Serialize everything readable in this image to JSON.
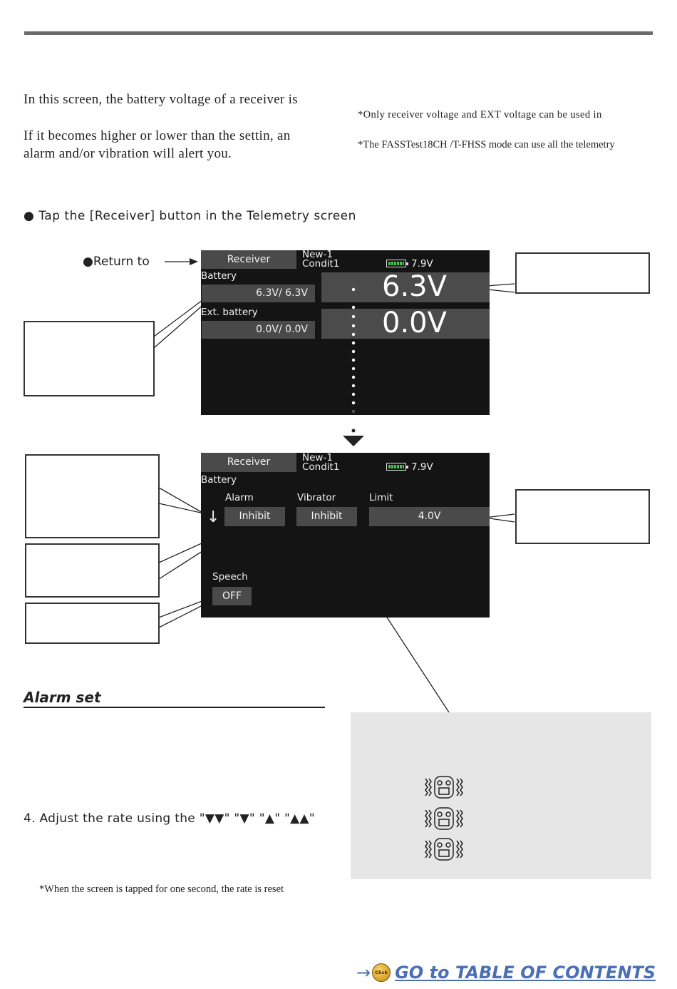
{
  "intro": {
    "line1": "In this screen, the battery voltage of a receiver is",
    "line2a": "If it becomes higher or lower than the settin, an",
    "line2b": "alarm and/or vibration will alert you."
  },
  "notes": {
    "note1": "*Only receiver voltage and EXT voltage can be used in",
    "note2": "*The FASSTest18CH /T-FHSS mode can use all the telemetry"
  },
  "instruction": "● Tap the [Receiver] button in the Telemetry screen",
  "return_label": "●Return to",
  "screen1": {
    "receiver_button": "Receiver",
    "model_name": "New-1",
    "condition": "Condit1",
    "tx_voltage": "7.9V",
    "battery_label": "Battery",
    "battery_values": "6.3V/ 6.3V",
    "ext_label": "Ext. battery",
    "ext_values": "0.0V/ 0.0V",
    "big_battery": "6.3V",
    "big_ext": "0.0V"
  },
  "screen2": {
    "receiver_button": "Receiver",
    "model_name": "New-1",
    "condition": "Condit1",
    "tx_voltage": "7.9V",
    "battery_label": "Battery",
    "alarm_label": "Alarm",
    "vibrator_label": "Vibrator",
    "limit_label": "Limit",
    "alarm_value": "Inhibit",
    "vibrator_value": "Inhibit",
    "limit_value": "4.0V",
    "speech_label": "Speech",
    "speech_value": "OFF",
    "direction_glyph": "↓"
  },
  "alarm_section": {
    "heading": "Alarm set",
    "step4": "4. Adjust the rate using the \"▼▼\" \"▼\" \"▲\" \"▲▲\"",
    "reset_note": "*When the screen is tapped for one second, the rate is reset"
  },
  "toc": {
    "arrow": "→",
    "click_badge": "Click",
    "label": "GO to TABLE OF CONTENTS"
  },
  "colors": {
    "screen_bg": "#141414",
    "field_bg": "#494949",
    "battery_green": "#47c447",
    "toc_blue": "#4a6fb5",
    "panel_grey": "#e6e6e6"
  }
}
